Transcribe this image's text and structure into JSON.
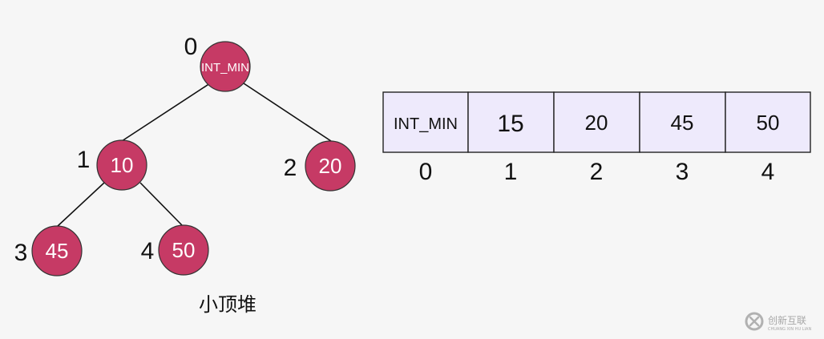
{
  "tree": {
    "nodes": [
      {
        "index": "0",
        "value": "INT_MIN"
      },
      {
        "index": "1",
        "value": "10"
      },
      {
        "index": "2",
        "value": "20"
      },
      {
        "index": "3",
        "value": "45"
      },
      {
        "index": "4",
        "value": "50"
      }
    ],
    "caption": "小顶堆"
  },
  "array": {
    "cells": [
      "INT_MIN",
      "15",
      "20",
      "45",
      "50"
    ],
    "indices": [
      "0",
      "1",
      "2",
      "3",
      "4"
    ]
  },
  "watermark": {
    "name": "创新互联",
    "sub": "CHUANG XIN HU LIAN"
  },
  "colors": {
    "node_fill": "#c63a65",
    "cell_fill": "#eeeafc",
    "background": "#f6f6f6"
  }
}
